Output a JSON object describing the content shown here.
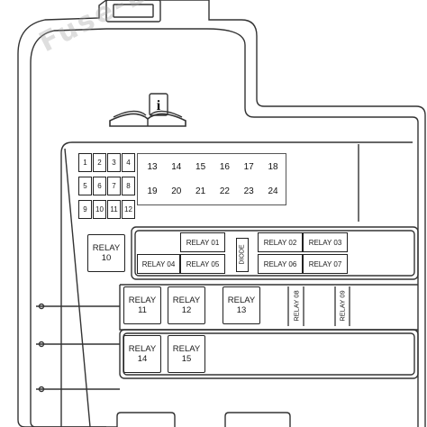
{
  "watermark": "Fuse-Box.inFo",
  "book_icon_glyph": "i",
  "small_fuses": [
    "1",
    "2",
    "3",
    "4",
    "5",
    "6",
    "7",
    "8",
    "9",
    "10",
    "11",
    "12"
  ],
  "fuses_row1": [
    "13",
    "14",
    "15",
    "16",
    "17",
    "18"
  ],
  "fuses_row2": [
    "19",
    "20",
    "21",
    "22",
    "23",
    "24"
  ],
  "relay10": {
    "line1": "RELAY",
    "line2": "10"
  },
  "relay01": "RELAY 01",
  "relay02": "RELAY 02",
  "relay03": "RELAY 03",
  "relay04": "RELAY 04",
  "relay05": "RELAY 05",
  "relay06": "RELAY 06",
  "relay07": "RELAY 07",
  "diode": "DIODE",
  "relay08": "RELAY 08",
  "relay09": "RELAY 09",
  "relay11": {
    "line1": "RELAY",
    "line2": "11"
  },
  "relay12": {
    "line1": "RELAY",
    "line2": "12"
  },
  "relay13": {
    "line1": "RELAY",
    "line2": "13"
  },
  "relay14": {
    "line1": "RELAY",
    "line2": "14"
  },
  "relay15": {
    "line1": "RELAY",
    "line2": "15"
  }
}
